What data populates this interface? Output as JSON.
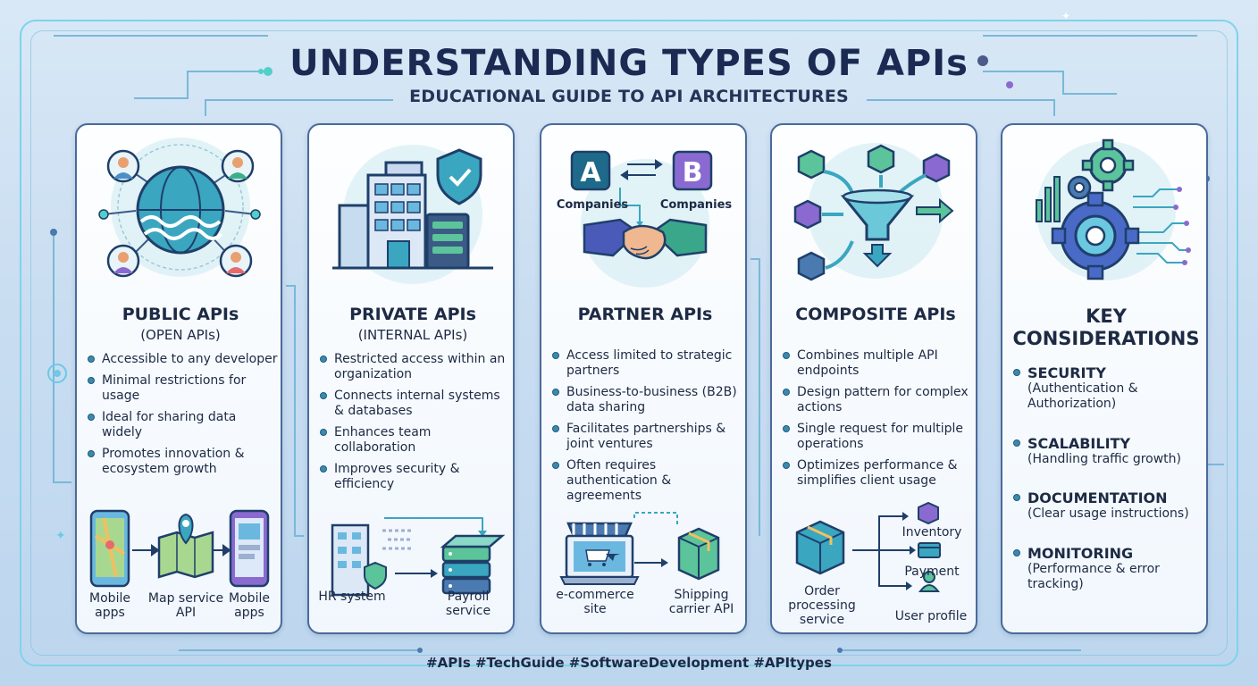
{
  "header": {
    "title": "UNDERSTANDING TYPES OF APIs",
    "subtitle": "EDUCATIONAL GUIDE TO API ARCHITECTURES"
  },
  "cards": {
    "public": {
      "title": "PUBLIC APIs",
      "subtitle": "(OPEN APIs)",
      "bullets": [
        "Accessible to any developer",
        "Minimal restrictions for usage",
        "Ideal for sharing data widely",
        "Promotes innovation & ecosystem growth"
      ],
      "diagram": {
        "left": "Mobile apps",
        "center": "Map service API",
        "right": "Mobile apps"
      }
    },
    "private": {
      "title": "PRIVATE APIs",
      "subtitle": "(INTERNAL APIs)",
      "bullets": [
        "Restricted access within an organization",
        "Connects internal systems & databases",
        "Enhances team collaboration",
        "Improves security & efficiency"
      ],
      "diagram": {
        "left": "HR system",
        "right": "Payroll service"
      }
    },
    "partner": {
      "title": "PARTNER APIs",
      "bullets": [
        "Access limited to strategic partners",
        "Business-to-business (B2B) data sharing",
        "Facilitates partnerships & joint ventures",
        "Often requires authentication & agreements"
      ],
      "illus": {
        "badge_a": "A",
        "badge_b": "B",
        "label_a": "Companies",
        "label_b": "Companies"
      },
      "diagram": {
        "left": "e-commerce site",
        "right": "Shipping carrier API"
      }
    },
    "composite": {
      "title": "COMPOSITE APIs",
      "bullets": [
        "Combines multiple API endpoints",
        "Design pattern for complex actions",
        "Single request for multiple operations",
        "Optimizes performance & simplifies client usage"
      ],
      "diagram": {
        "source": "Order processing service",
        "targets": [
          "Inventory",
          "Payment",
          "User profile"
        ]
      }
    },
    "key": {
      "title": "KEY CONSIDERATIONS",
      "items": [
        {
          "head": "SECURITY",
          "desc": "(Authentication & Authorization)"
        },
        {
          "head": "SCALABILITY",
          "desc": "(Handling traffic growth)"
        },
        {
          "head": "DOCUMENTATION",
          "desc": "(Clear usage instructions)"
        },
        {
          "head": "MONITORING",
          "desc": "(Performance & error tracking)"
        }
      ]
    }
  },
  "footer": {
    "hashtags": "#APIs #TechGuide #SoftwareDevelopment #APItypes"
  },
  "colors": {
    "accent": "#4aa8c8",
    "dark": "#1d2a44",
    "card_border": "#4a6a9a",
    "green": "#5cc49a",
    "purple": "#8a6ad0"
  }
}
